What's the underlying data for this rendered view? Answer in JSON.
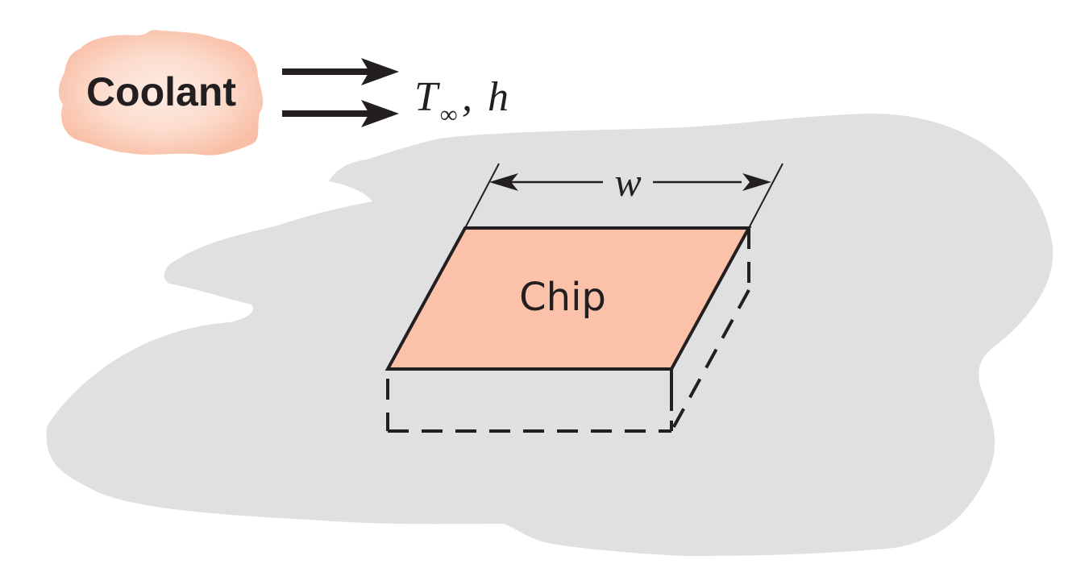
{
  "figure": {
    "coolant": {
      "label": "Coolant",
      "fill_center": "#fdece3",
      "fill_edge": "#f9bfa6"
    },
    "flow": {
      "arrow_count": 2,
      "temperature_symbol": "T",
      "temperature_subscript": "∞",
      "separator": ",",
      "coefficient_symbol": "h"
    },
    "substrate": {
      "fill": "#e0e0e0"
    },
    "chip": {
      "label": "Chip",
      "fill": "#fcc1a9",
      "stroke": "#231f20"
    },
    "dimension": {
      "label": "w"
    }
  }
}
